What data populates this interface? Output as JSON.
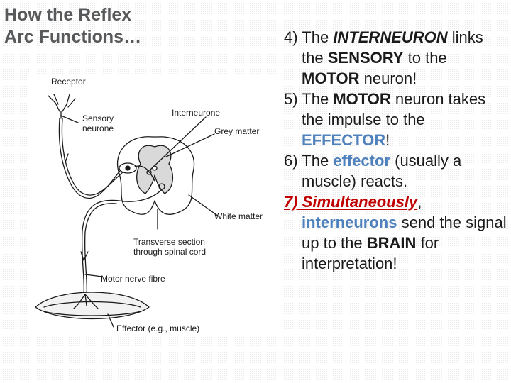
{
  "title": "How the Reflex\nArc Functions…",
  "diagram": {
    "labels": {
      "receptor": "Receptor",
      "sensory_line1": "Sensory",
      "sensory_line2": "neurone",
      "interneurone": "Interneurone",
      "grey_matter": "Grey matter",
      "white_matter": "White matter",
      "transverse_line1": "Transverse section",
      "transverse_line2": "through spinal cord",
      "motor_nerve_fibre": "Motor nerve fibre",
      "effector": "Effector (e.g., muscle)"
    }
  },
  "steps": {
    "s4": {
      "num": "4) The",
      "interneuron": "INTERNEURON",
      "links": "links the",
      "sensory": "SENSORY",
      "to_the": "to the",
      "motor": "MOTOR",
      "end": "neuron!"
    },
    "s5": {
      "num": "5) The",
      "motor": "MOTOR",
      "mid": "neuron takes the impulse to the",
      "effector": "EFFECTOR",
      "end": "!"
    },
    "s6": {
      "num": "6) The",
      "effector": "effector",
      "end": "(usually a muscle) reacts."
    },
    "s7": {
      "lead": "7) Simultaneously",
      "comma": ",",
      "interneurons": "interneurons",
      "mid": "send the signal up to the",
      "brain": "BRAIN",
      "end": "for interpretation!"
    }
  }
}
